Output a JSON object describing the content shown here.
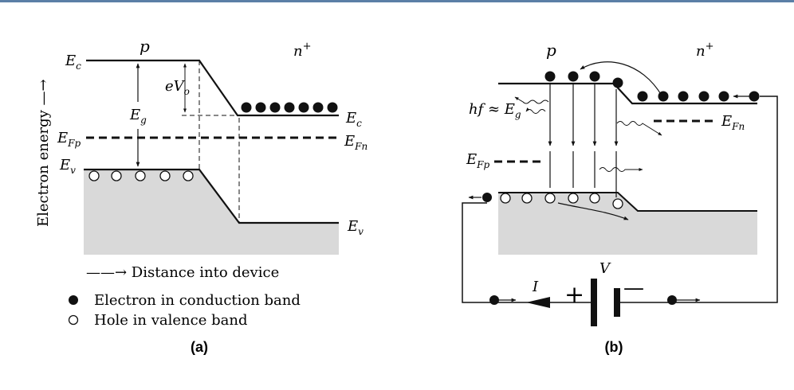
{
  "panel_a": {
    "region_p": "p",
    "region_n": "n",
    "region_n_sup": "+",
    "ec_left": "E",
    "ec_left_sub": "c",
    "ec_right": "E",
    "ec_right_sub": "c",
    "ev_left": "E",
    "ev_left_sub": "v",
    "ev_right": "E",
    "ev_right_sub": "v",
    "efp": "E",
    "efp_sub": "Fp",
    "efn": "E",
    "efn_sub": "Fn",
    "eg": "E",
    "eg_sub": "g",
    "evo": "eV",
    "evo_sub": "o",
    "y_axis_label": "Electron energy —→",
    "x_axis_label": "——→ Distance into device",
    "legend_electron": "Electron in conduction band",
    "legend_hole": "Hole in valence band",
    "caption": "(a)"
  },
  "panel_b": {
    "region_p": "p",
    "region_n": "n",
    "region_n_sup": "+",
    "hf_label": "hf ≈ E",
    "hf_sub": "g",
    "efp": "E",
    "efp_sub": "Fp",
    "efn": "E",
    "efn_sub": "Fn",
    "current": "I",
    "voltage": "V",
    "plus": "+",
    "minus": "—",
    "caption": "(b)"
  }
}
